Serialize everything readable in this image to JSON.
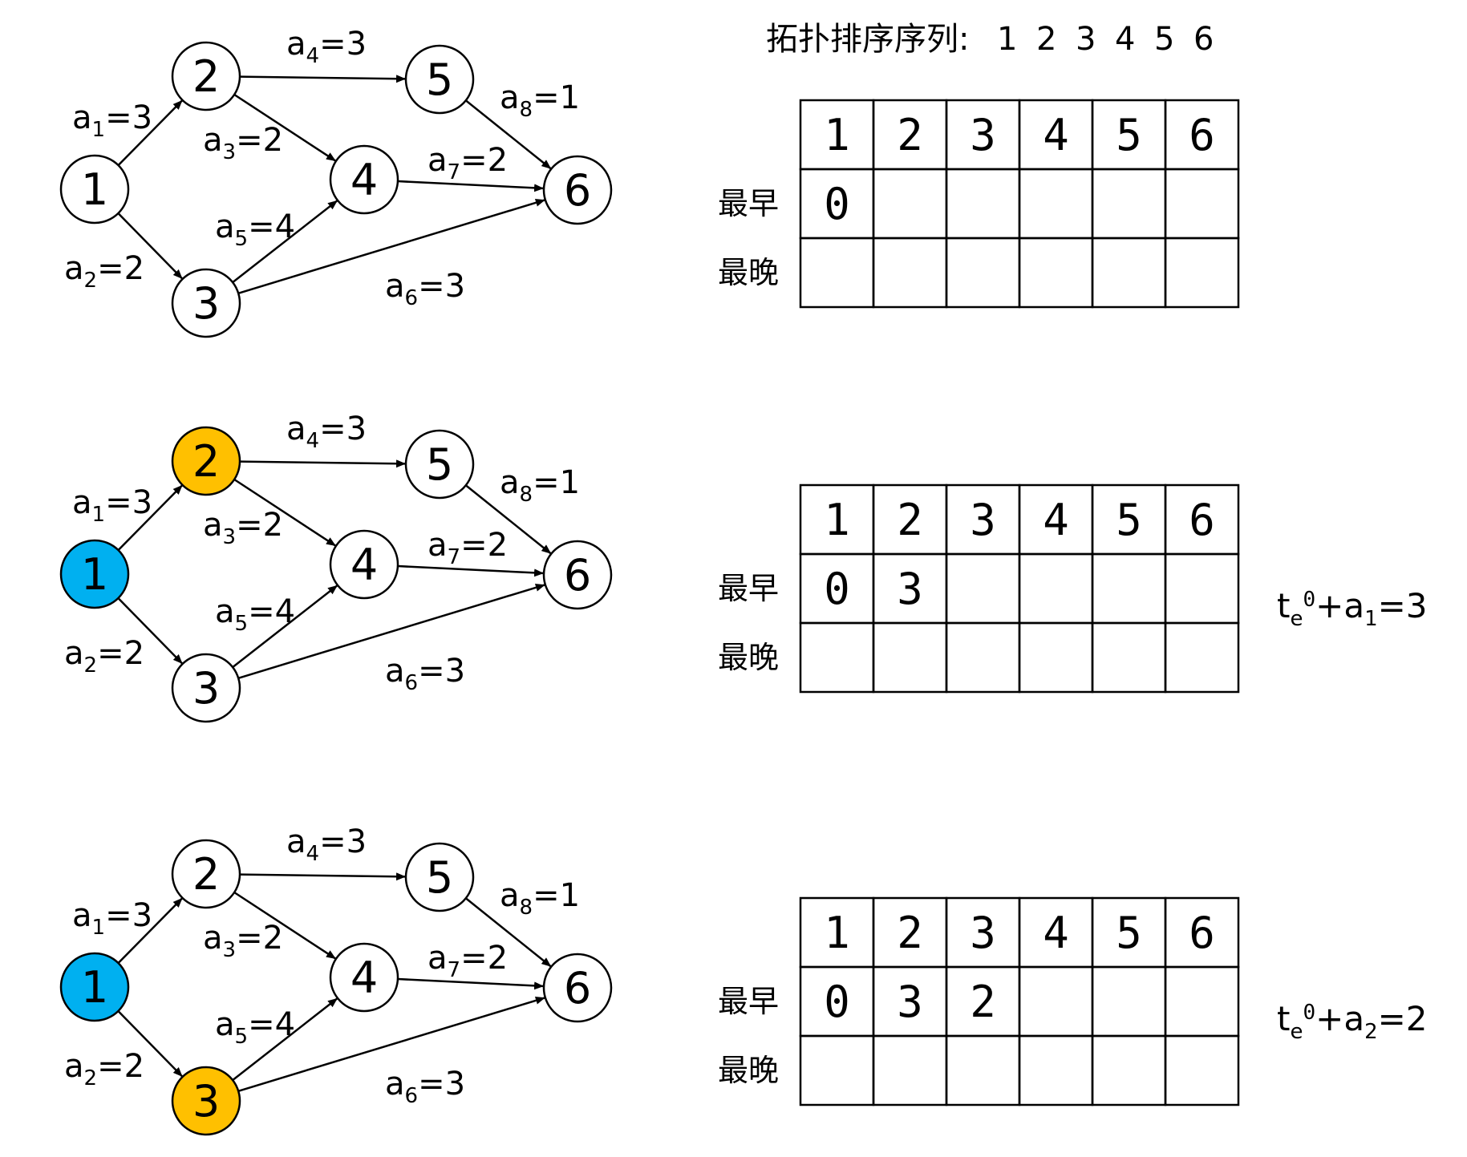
{
  "topo_sequence": {
    "label": "拓扑排序序列:",
    "values": [
      "1",
      "2",
      "3",
      "4",
      "5",
      "6"
    ]
  },
  "graph": {
    "nodes": [
      "1",
      "2",
      "3",
      "4",
      "5",
      "6"
    ],
    "edges": [
      {
        "from": "1",
        "to": "2",
        "name": "a",
        "sub": "1",
        "eq": "=3"
      },
      {
        "from": "1",
        "to": "3",
        "name": "a",
        "sub": "2",
        "eq": "=2"
      },
      {
        "from": "2",
        "to": "4",
        "name": "a",
        "sub": "3",
        "eq": "=2"
      },
      {
        "from": "2",
        "to": "5",
        "name": "a",
        "sub": "4",
        "eq": "=3"
      },
      {
        "from": "3",
        "to": "4",
        "name": "a",
        "sub": "5",
        "eq": "=4"
      },
      {
        "from": "3",
        "to": "6",
        "name": "a",
        "sub": "6",
        "eq": "=3"
      },
      {
        "from": "4",
        "to": "6",
        "name": "a",
        "sub": "7",
        "eq": "=2"
      },
      {
        "from": "5",
        "to": "6",
        "name": "a",
        "sub": "8",
        "eq": "=1"
      }
    ]
  },
  "colors": {
    "current": "#00b0f0",
    "target": "#ffc000",
    "default": "#ffffff",
    "stroke": "#000000"
  },
  "row_labels": {
    "earliest": "最早",
    "latest": "最晚"
  },
  "panels": [
    {
      "highlight": {},
      "table": {
        "header": [
          "1",
          "2",
          "3",
          "4",
          "5",
          "6"
        ],
        "earliest": [
          "0",
          "",
          "",
          "",
          "",
          ""
        ],
        "latest": [
          "",
          "",
          "",
          "",
          "",
          ""
        ]
      },
      "formula": null
    },
    {
      "highlight": {
        "1": "current",
        "2": "target"
      },
      "table": {
        "header": [
          "1",
          "2",
          "3",
          "4",
          "5",
          "6"
        ],
        "earliest": [
          "0",
          "3",
          "",
          "",
          "",
          ""
        ],
        "latest": [
          "",
          "",
          "",
          "",
          "",
          ""
        ]
      },
      "formula": {
        "t": "t",
        "t_sub": "e",
        "t_sup": "0",
        "plus": "+a",
        "a_sub": "1",
        "result": "=3"
      }
    },
    {
      "highlight": {
        "1": "current",
        "3": "target"
      },
      "table": {
        "header": [
          "1",
          "2",
          "3",
          "4",
          "5",
          "6"
        ],
        "earliest": [
          "0",
          "3",
          "2",
          "",
          "",
          ""
        ],
        "latest": [
          "",
          "",
          "",
          "",
          "",
          ""
        ]
      },
      "formula": {
        "t": "t",
        "t_sub": "e",
        "t_sup": "0",
        "plus": "+a",
        "a_sub": "2",
        "result": "=2"
      }
    }
  ]
}
